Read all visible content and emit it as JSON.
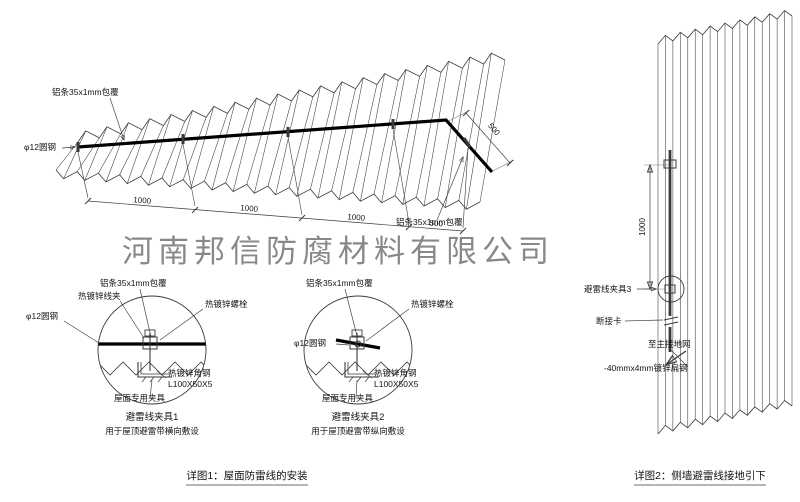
{
  "colors": {
    "line": "#3a3a3a",
    "red_label": "#c0392b",
    "watermark": "#8f8f8f"
  },
  "watermark": {
    "text": "河南邦信防腐材料有限公司"
  },
  "roof": {
    "label_alu_left": "铝条35x1mm包覆",
    "label_round_steel": "φ12圆钢",
    "label_alu_right": "铝条35x1mm包覆",
    "dims": [
      "1000",
      "1000",
      "1000",
      "500"
    ],
    "dim_slope": "500"
  },
  "detail1": {
    "label_alu": "铝条35x1mm包覆",
    "label_wire_clamp": "热镀锌线夹",
    "label_bolt": "热镀锌螺栓",
    "label_round_steel": "φ12圆钢",
    "label_angle": "热镀锌角钢",
    "label_angle_spec": "L100X50X5",
    "label_fixture": "屋面专用夹具",
    "caption_title": "避雷线夹具1",
    "caption_sub": "用于屋顶避雷带横向敷设"
  },
  "detail2": {
    "label_alu": "铝条35x1mm包覆",
    "label_bolt": "热镀锌螺栓",
    "label_round_steel": "φ12圆钢",
    "label_angle": "热镀锌角钢",
    "label_angle_spec": "L100X50X5",
    "label_fixture": "屋面专用夹具",
    "caption_title": "避雷线夹具2",
    "caption_sub": "用于屋顶避雷带纵向敷设"
  },
  "figure1": {
    "caption": "详图1：屋面防雷线的安装"
  },
  "wall": {
    "dim": "1000",
    "label_clamp3": "避雷线夹具3",
    "label_disconnect": "断接卡",
    "label_to_ground": "至主接地网",
    "label_flat_steel": "-40mmx4mm镀锌扁钢"
  },
  "figure2": {
    "caption": "详图2：侧墙避雷线接地引下"
  }
}
